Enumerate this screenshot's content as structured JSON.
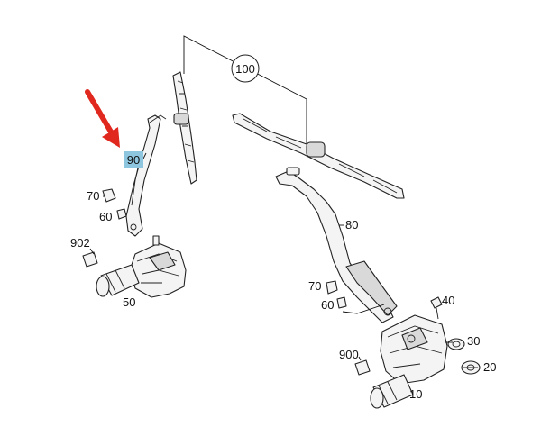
{
  "callouts": {
    "c100": "100",
    "c90": "90",
    "c80": "80",
    "c70a": "70",
    "c60a": "60",
    "c902": "902",
    "c50": "50",
    "c70b": "70",
    "c60b": "60",
    "c40": "40",
    "c30": "30",
    "c20": "20",
    "c900": "900",
    "c10": "10"
  },
  "colors": {
    "highlight": "#8fc6df",
    "arrow": "#e0281e"
  }
}
